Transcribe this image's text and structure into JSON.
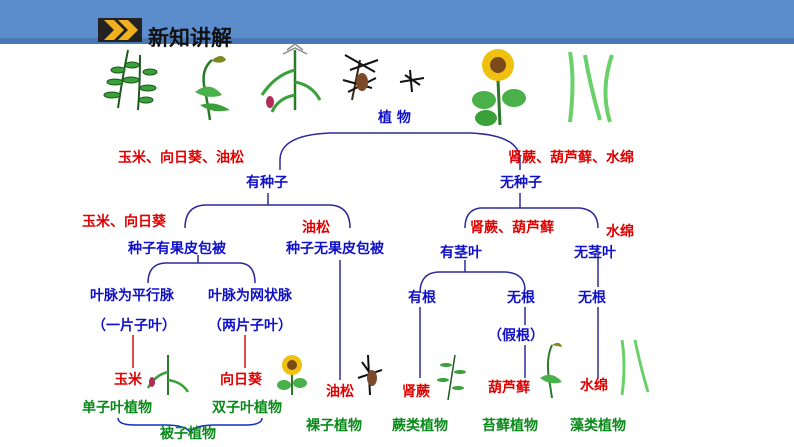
{
  "header": {
    "title": "新知讲解"
  },
  "tree": {
    "root": "植 物",
    "left_examples": "玉米、向日葵、油松",
    "right_examples": "肾蕨、葫芦藓、水绵",
    "seed": "有种子",
    "no_seed": "无种子",
    "angio_examples": "玉米、向日葵",
    "angio": "种子有果皮包被",
    "gymno_example": "油松",
    "gymno": "种子无果皮包被",
    "stem_examples": "肾蕨、葫芦藓",
    "has_stem": "有茎叶",
    "no_stem_example": "水绵",
    "no_stem": "无茎叶",
    "parallel": "叶脉为平行脉",
    "net": "叶脉为网状脉",
    "one_cot": "（一片子叶）",
    "two_cot": "（两片子叶）",
    "has_root": "有根",
    "no_root_a": "无根",
    "no_root_b": "无根",
    "false_root": "（假根）",
    "corn": "玉米",
    "sunflower": "向日葵",
    "pine": "油松",
    "fern": "肾蕨",
    "moss": "葫芦藓",
    "algae": "水绵",
    "monocot": "单子叶植物",
    "dicot": "双子叶植物",
    "angiosperm": "被子植物",
    "gymnosperm": "裸子植物",
    "fern_group": "蕨类植物",
    "moss_group": "苔藓植物",
    "algae_group": "藻类植物"
  },
  "colors": {
    "header": "#5b8ccc",
    "blue_text": "#1010c8",
    "red_text": "#e00000",
    "green_text": "#0a8a1a",
    "line": "#2a2a9a"
  },
  "icons": [
    "double-chevron-icon",
    "fern-icon",
    "moss-icon",
    "corn-icon",
    "pine-icon",
    "sunflower-icon",
    "algae-icon"
  ]
}
